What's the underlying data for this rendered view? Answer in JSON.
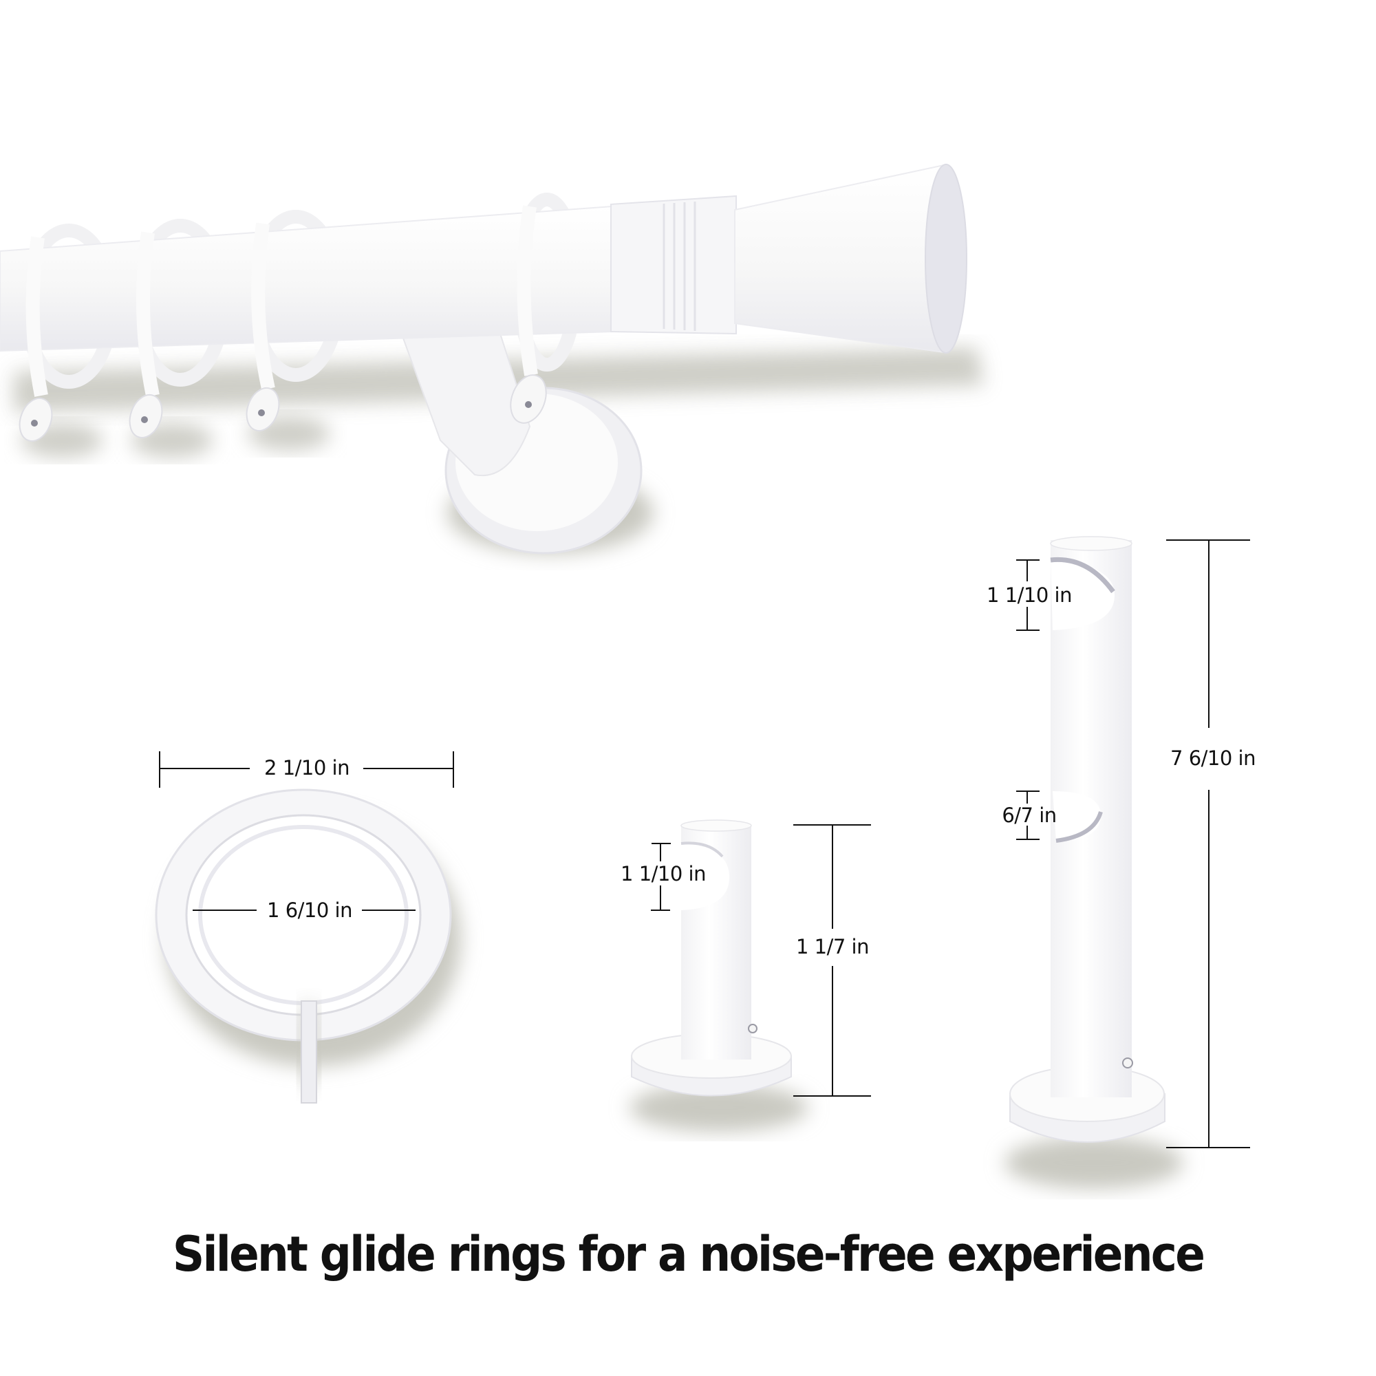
{
  "caption": "Silent glide rings for a noise-free experience",
  "colors": {
    "background": "#ffffff",
    "product_white": "#f7f7f7",
    "product_shade": "#e4e4ec",
    "shadow": "#c9c9c1",
    "dimension_line": "#111111",
    "text": "#111111"
  },
  "products": {
    "rod_assembly": {
      "label": "curtain-rod-with-rings-bracket-and-finial",
      "ring_count": 4
    },
    "curtain_ring": {
      "outer_diameter": "2 1/10 in",
      "inner_diameter": "1 6/10 in"
    },
    "single_bracket": {
      "cutout_diameter": "1 1/10 in",
      "height": "1 1/7 in"
    },
    "double_bracket": {
      "top_cutout_diameter": "1 1/10 in",
      "bottom_cutout_diameter": "6/7 in",
      "height": "7 6/10 in"
    }
  }
}
